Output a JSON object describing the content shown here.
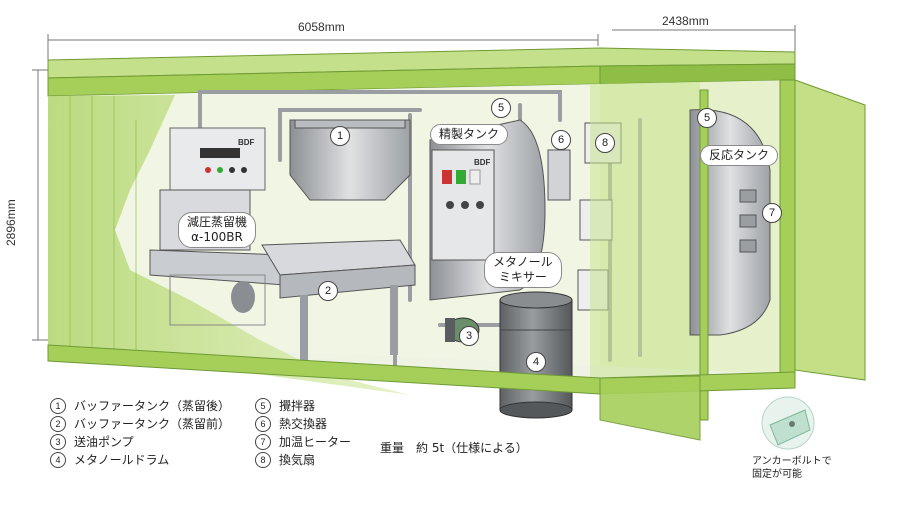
{
  "dimensions": {
    "length": "6058mm",
    "width": "2438mm",
    "height": "2896mm"
  },
  "callouts": {
    "distiller": [
      "減圧蒸留機",
      "α-100BR"
    ],
    "refine_tank": "精製タンク",
    "methanol_mixer": [
      "メタノール",
      "ミキサー"
    ],
    "reaction_tank": "反応タンク",
    "panel_logo": "BDF"
  },
  "markers": {
    "m1": "1",
    "m2": "2",
    "m3": "3",
    "m4": "4",
    "m5a": "5",
    "m5b": "5",
    "m6": "6",
    "m7": "7",
    "m8": "8"
  },
  "legend": {
    "left": [
      {
        "no": "1",
        "label": "バッファータンク（蒸留後）"
      },
      {
        "no": "2",
        "label": "バッファータンク（蒸留前）"
      },
      {
        "no": "3",
        "label": "送油ポンプ"
      },
      {
        "no": "4",
        "label": "メタノールドラム"
      }
    ],
    "right": [
      {
        "no": "5",
        "label": "攪拌器"
      },
      {
        "no": "6",
        "label": "熱交換器"
      },
      {
        "no": "7",
        "label": "加温ヒーター"
      },
      {
        "no": "8",
        "label": "換気扇"
      }
    ]
  },
  "weight_note": "重量　約 5t（仕様による）",
  "anchor_note": [
    "アンカーボルトで",
    "固定が可能"
  ],
  "colors": {
    "frame_green": "#a6cf5a",
    "frame_dark": "#7fae3a",
    "wall_light": "#d7eaa9",
    "steel": "#b9bcc0",
    "drum": "#7c7f82"
  }
}
